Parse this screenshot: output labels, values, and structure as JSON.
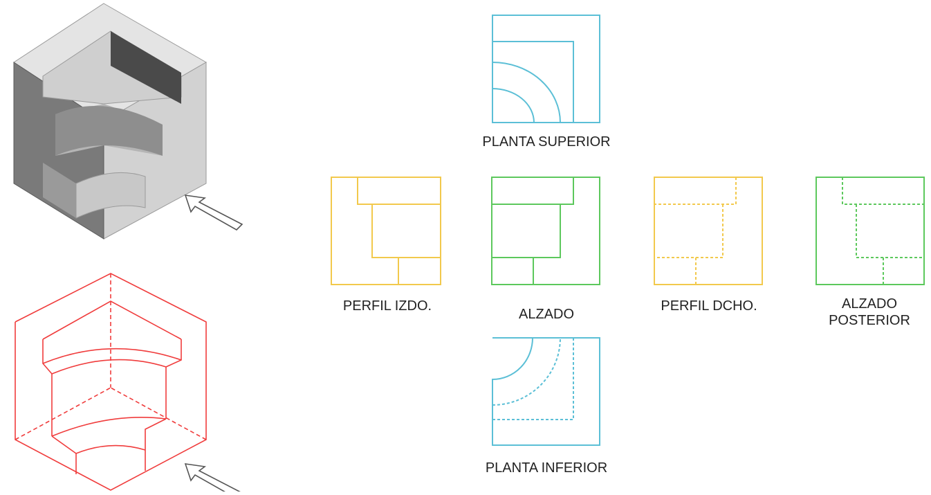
{
  "views": {
    "top": {
      "label": "PLANTA SUPERIOR"
    },
    "left": {
      "label": "PERFIL IZDO."
    },
    "front": {
      "label": "ALZADO"
    },
    "right": {
      "label": "PERFIL DCHO."
    },
    "back": {
      "label": "ALZADO\nPOSTERIOR"
    },
    "bottom": {
      "label": "PLANTA INFERIOR"
    }
  },
  "colors": {
    "plan_views": "#5bbfd6",
    "profile_views": "#f2c94c",
    "elevation_views": "#5cc85c",
    "wireframe": "#f03c3c",
    "solid_light": "#e6e6e6",
    "solid_mid": "#a9a9a9",
    "solid_dark": "#6e6e6e",
    "arrow": "#555555"
  }
}
